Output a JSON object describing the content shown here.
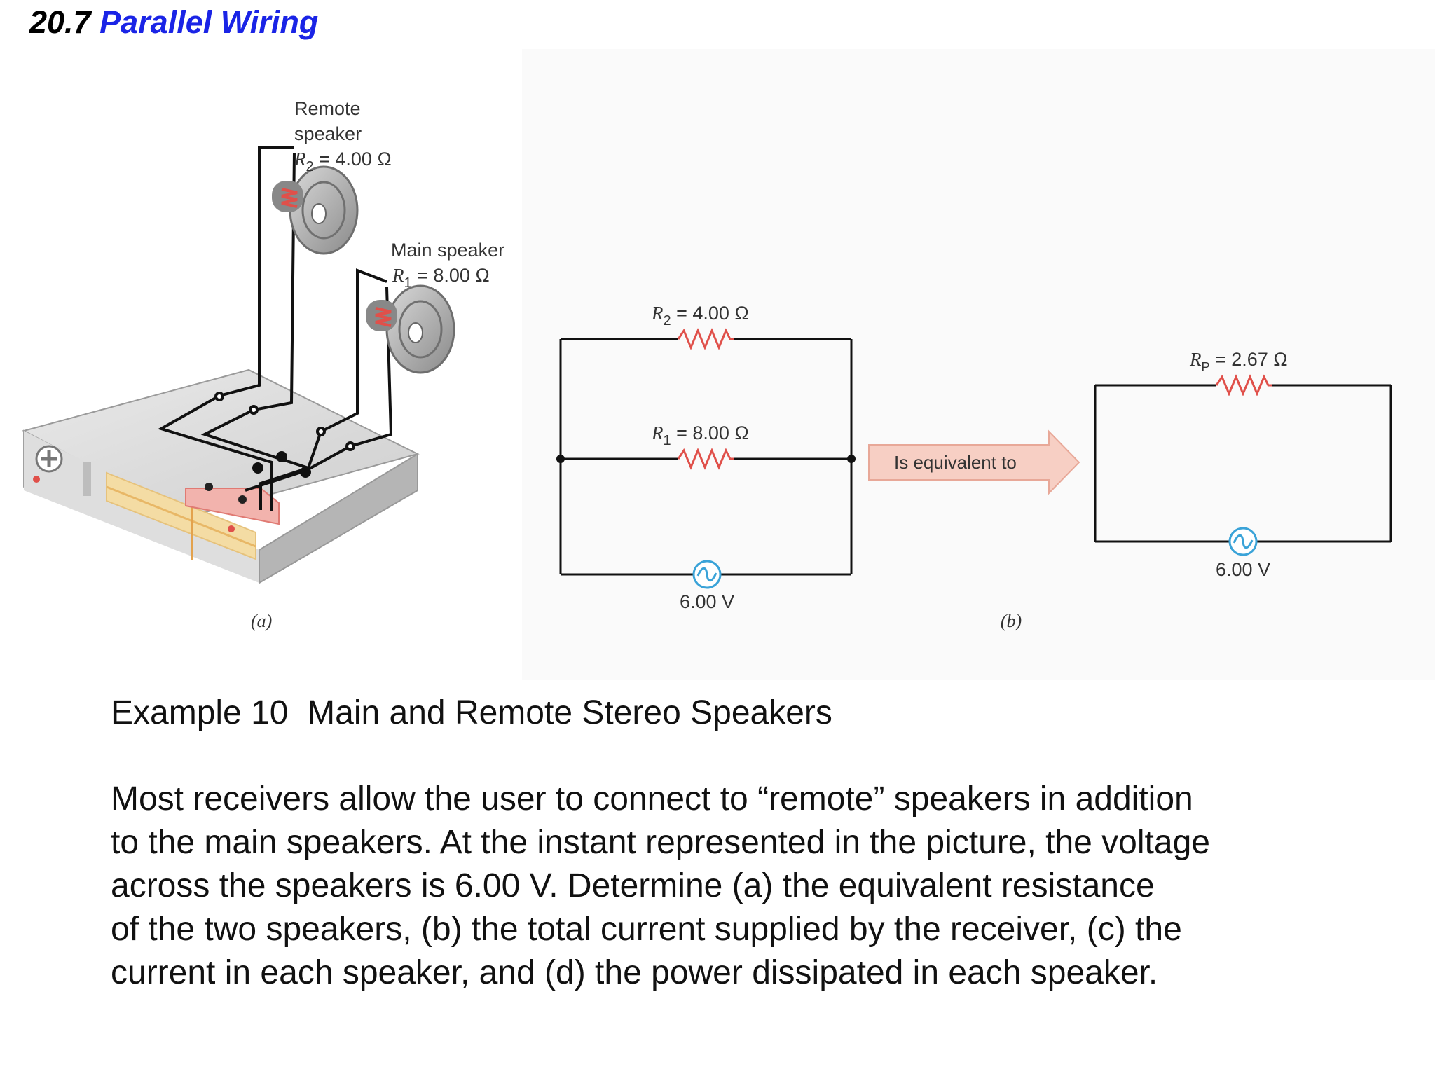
{
  "slide": {
    "section_number": "20.7",
    "section_name": "Parallel Wiring"
  },
  "figure_a": {
    "remote_label_line1": "Remote",
    "remote_label_line2": "speaker",
    "r2_symbol": "R",
    "r2_sub": "2",
    "r2_value": " = 4.00 Ω",
    "main_label": "Main speaker",
    "r1_symbol": "R",
    "r1_sub": "1",
    "r1_value": " = 8.00 Ω",
    "caption": "(a)"
  },
  "figure_b": {
    "r2_symbol": "R",
    "r2_sub": "2",
    "r2_value": " = 4.00 Ω",
    "r1_symbol": "R",
    "r1_sub": "1",
    "r1_value": " = 8.00 Ω",
    "voltage": "6.00 V",
    "arrow_label": "Is equivalent to",
    "rp_symbol": "R",
    "rp_sub": "P",
    "rp_value": " = 2.67 Ω",
    "voltage_equivalent": "6.00 V",
    "caption": "(b)"
  },
  "colors": {
    "title_accent": "#1a24e6",
    "resistor": "#e0504a",
    "source": "#3aa3d8",
    "arrow_fill": "#f7cfc4",
    "panel_pink": "#f2b3ad"
  },
  "example": {
    "title": "Example 10  Main and Remote Stereo Speakers",
    "lines": [
      "Most receivers allow the user to connect to “remote” speakers in addition",
      "to the main speakers.  At the instant represented in the picture, the voltage",
      "across the speakers is 6.00 V.  Determine (a) the equivalent resistance",
      "of the two speakers, (b) the total current supplied by the receiver, (c) the",
      "current in each speaker, and (d) the power dissipated in each speaker."
    ]
  }
}
